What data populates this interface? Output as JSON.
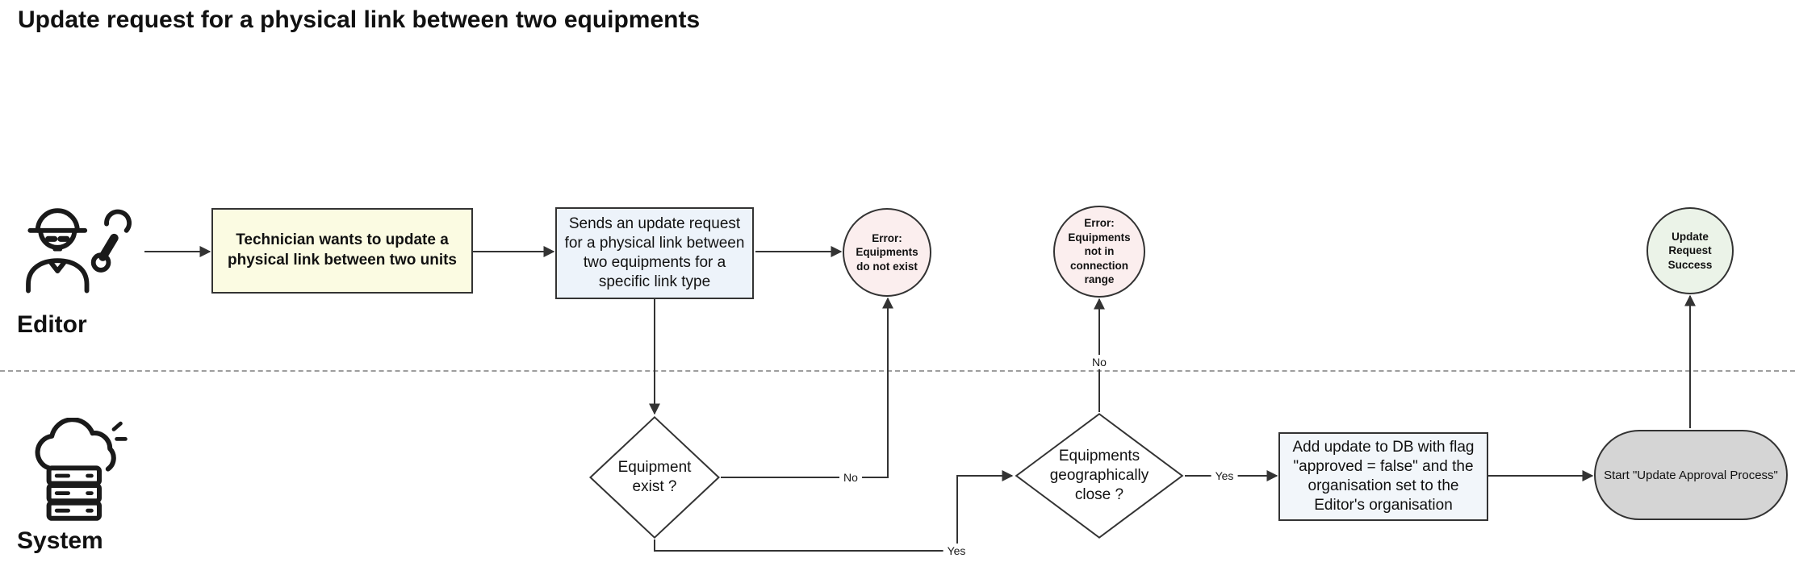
{
  "title": "Update request for a physical link between two equipments",
  "lanes": {
    "editor": "Editor",
    "system": "System"
  },
  "nodes": {
    "start_request": "Technician wants to update a\nphysical link between two units",
    "send_request": "Sends an update request\nfor a physical link between\ntwo equipments for a\nspecific link type",
    "error_not_exist": "Error:\nEquipments\ndo not exist",
    "error_range": "Error:\nEquipments\nnot in\nconnection\nrange",
    "success": "Update\nRequest\nSuccess",
    "equipment_exist": "Equipment\nexist ?",
    "geo_close": "Equipments\ngeographically\nclose ?",
    "add_update": "Add update to DB with flag\n\"approved = false\" and the\norganisation set to the\nEditor's organisation",
    "start_approval": "Start \"Update Approval Process\""
  },
  "edges": {
    "exist_no": "No",
    "exist_yes": "Yes",
    "geo_no": "No",
    "geo_yes": "Yes"
  },
  "colors": {
    "stroke": "#333333",
    "task_fill": "#fbfbe2",
    "message_fill": "#edf3fa",
    "process_fill": "#f2f6fa",
    "error_fill": "#fbeeee",
    "success_fill": "#ebf3e8",
    "terminal_fill": "#d5d5d5",
    "divider": "#9e9e9e",
    "text": "#111111"
  }
}
